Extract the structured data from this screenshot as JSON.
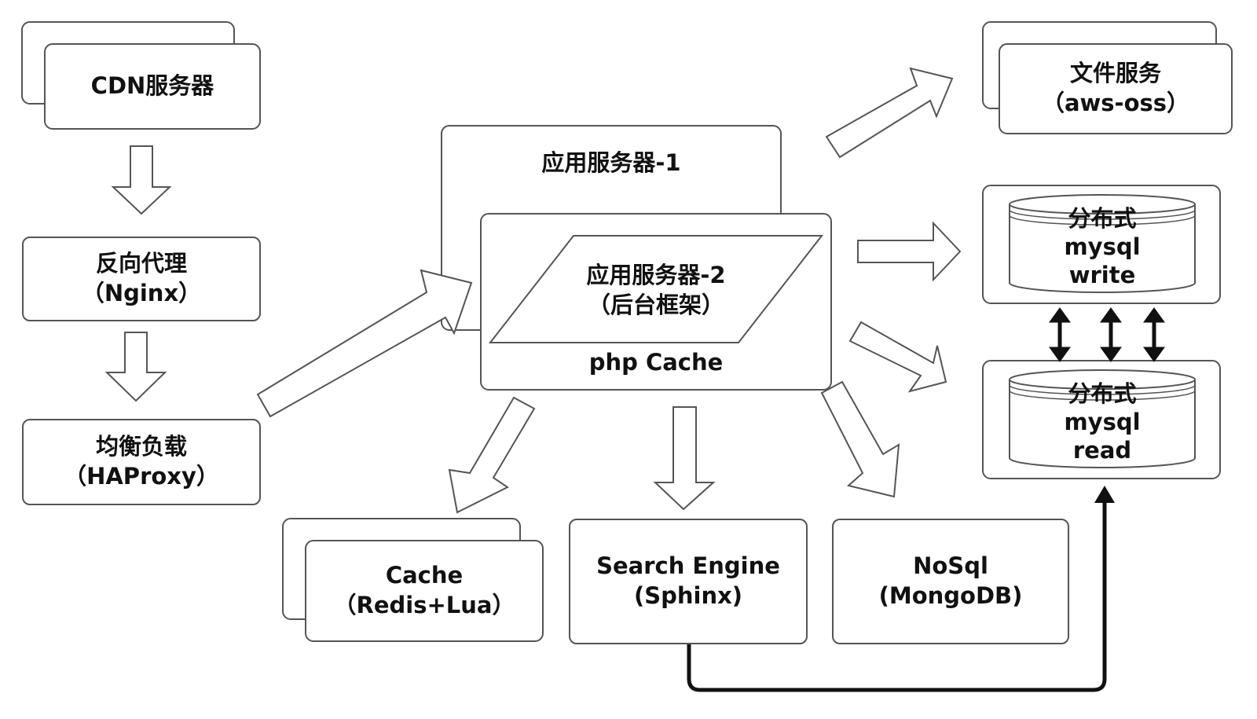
{
  "colors": {
    "stroke": "#555555",
    "line": "#111111",
    "text": "#111111",
    "background": "#ffffff"
  },
  "nodes": {
    "cdn": {
      "line1": "CDN服务器"
    },
    "proxy": {
      "line1": "反向代理",
      "line2": "（Nginx）"
    },
    "balancer": {
      "line1": "均衡负载",
      "line2": "（HAProxy）"
    },
    "app1": {
      "title": "应用服务器-1"
    },
    "app2": {
      "line1": "应用服务器-2",
      "line2": "（后台框架）",
      "cache_label": "php Cache"
    },
    "file_service": {
      "line1": "文件服务",
      "line2": "（aws-oss）"
    },
    "mysql_write": {
      "line1": "分布式",
      "line2": "mysql",
      "line3": "write"
    },
    "mysql_read": {
      "line1": "分布式",
      "line2": "mysql",
      "line3": "read"
    },
    "cache": {
      "line1": "Cache",
      "line2": "（Redis+Lua）"
    },
    "search": {
      "line1": "Search Engine",
      "line2": "(Sphinx)"
    },
    "nosql": {
      "line1": "NoSql",
      "line2": "(MongoDB)"
    }
  }
}
